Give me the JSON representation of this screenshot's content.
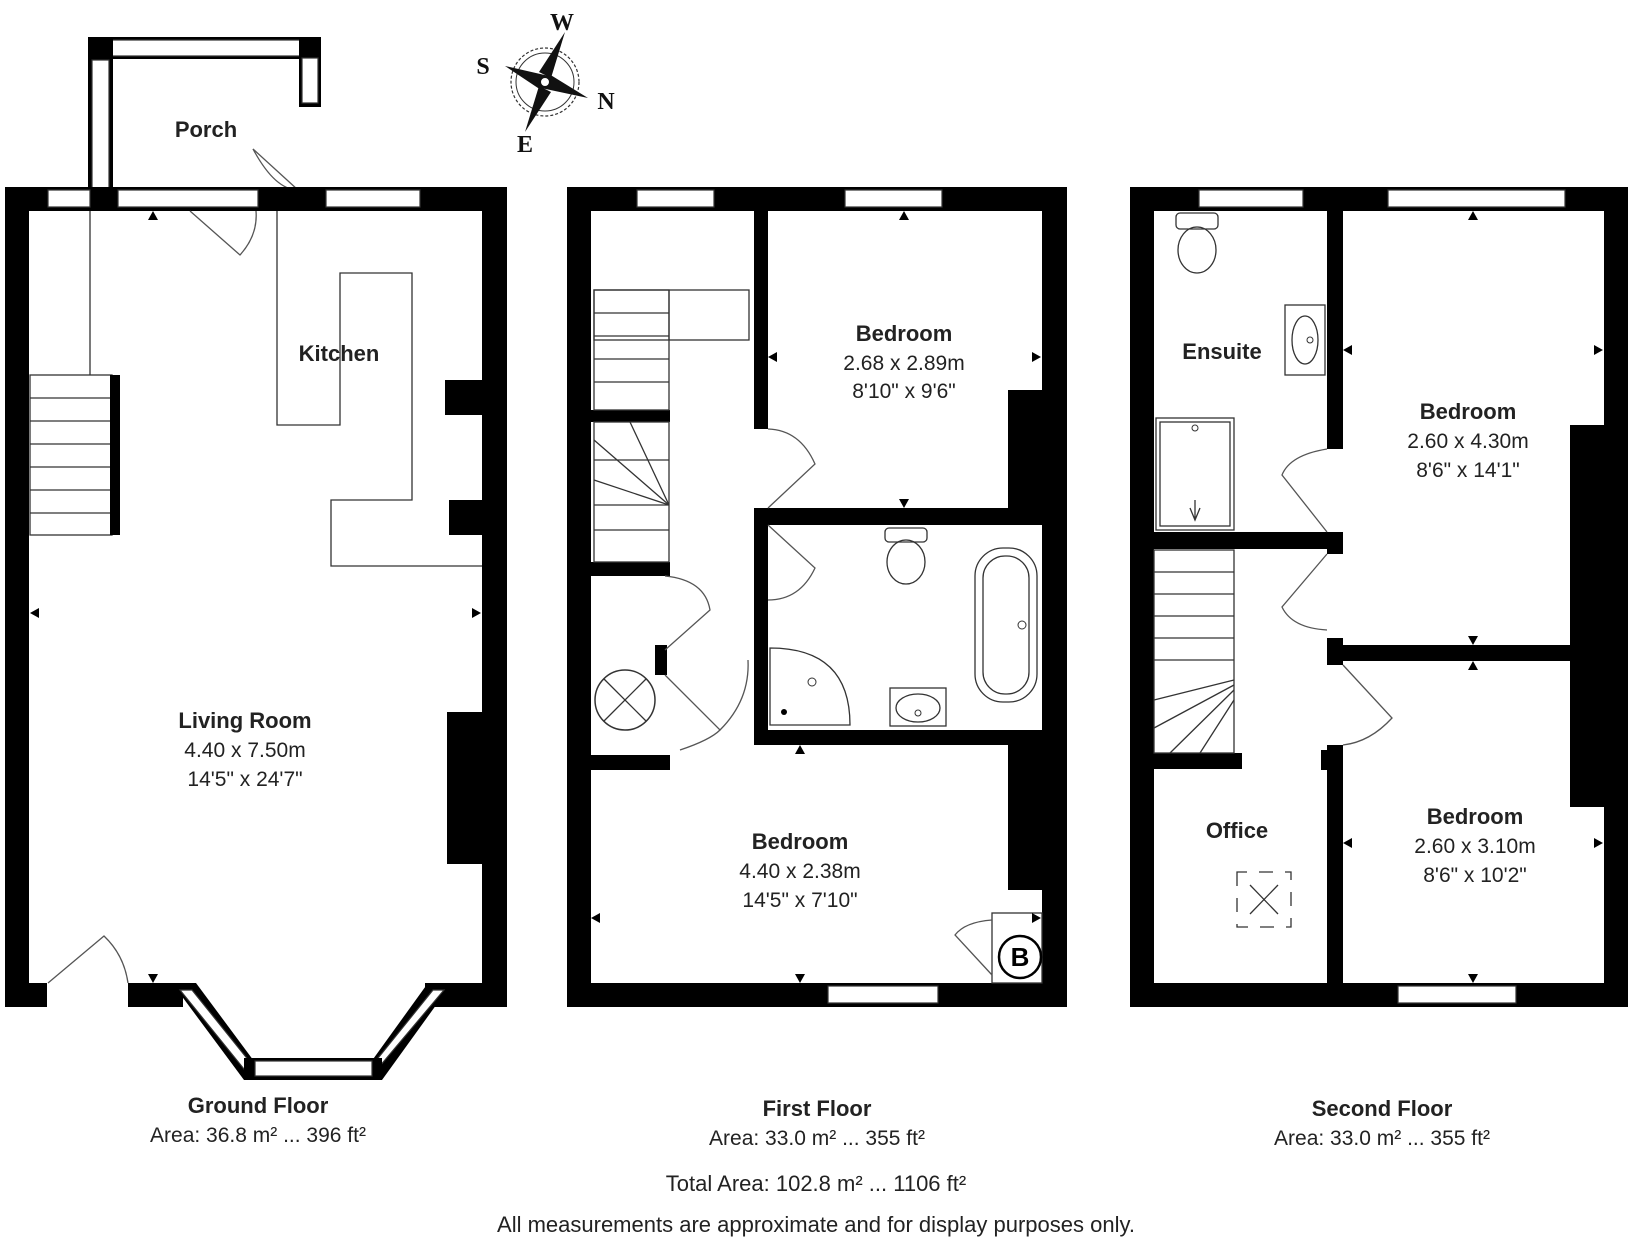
{
  "compass": {
    "north": "N",
    "south": "S",
    "east": "E",
    "west": "W"
  },
  "floors": [
    {
      "title": "Ground Floor",
      "area": "Area: 36.8 m² ... 396 ft²",
      "rooms": [
        {
          "name": "Porch",
          "dims_m": "",
          "dims_ft": ""
        },
        {
          "name": "Kitchen",
          "dims_m": "",
          "dims_ft": ""
        },
        {
          "name": "Living Room",
          "dims_m": "4.40 x 7.50m",
          "dims_ft": "14'5\" x 24'7\""
        }
      ]
    },
    {
      "title": "First Floor",
      "area": "Area: 33.0 m² ... 355 ft²",
      "rooms": [
        {
          "name": "Bedroom",
          "dims_m": "2.68 x 2.89m",
          "dims_ft": "8'10\" x 9'6\""
        },
        {
          "name": "Bedroom",
          "dims_m": "4.40 x 2.38m",
          "dims_ft": "14'5\" x 7'10\""
        }
      ],
      "boiler_label": "B"
    },
    {
      "title": "Second Floor",
      "area": "Area: 33.0 m² ... 355 ft²",
      "rooms": [
        {
          "name": "Ensuite",
          "dims_m": "",
          "dims_ft": ""
        },
        {
          "name": "Bedroom",
          "dims_m": "2.60 x 4.30m",
          "dims_ft": "8'6\" x 14'1\""
        },
        {
          "name": "Bedroom",
          "dims_m": "2.60 x 3.10m",
          "dims_ft": "8'6\" x 10'2\""
        },
        {
          "name": "Office",
          "dims_m": "",
          "dims_ft": ""
        }
      ]
    }
  ],
  "total_area": "Total Area: 102.8 m² ... 1106 ft²",
  "disclaimer": "All measurements are approximate and for display purposes only."
}
